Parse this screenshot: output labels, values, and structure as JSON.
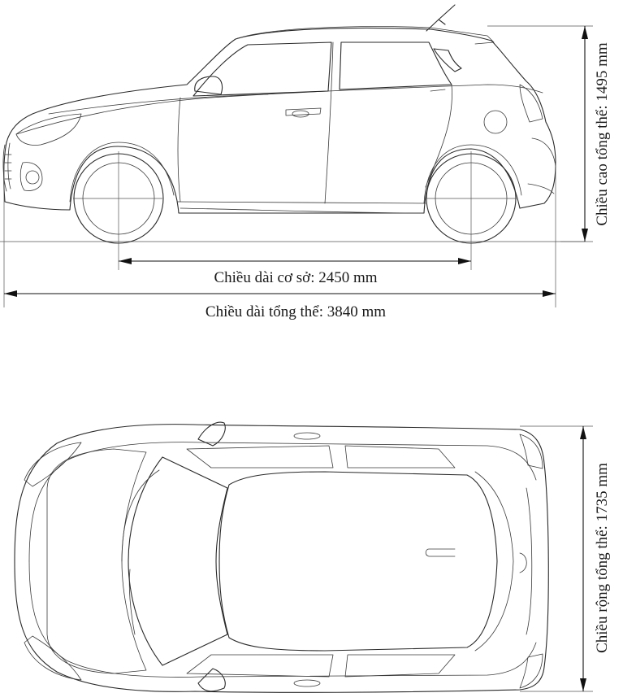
{
  "dimensions": {
    "wheelbase": "Chiều dài cơ sở: 2450 mm",
    "overall_length": "Chiều dài tổng thể: 3840 mm",
    "overall_height": "Chiều cao tổng thể: 1495 mm",
    "overall_width": "Chiều rộng tổng thể: 1735 mm"
  }
}
